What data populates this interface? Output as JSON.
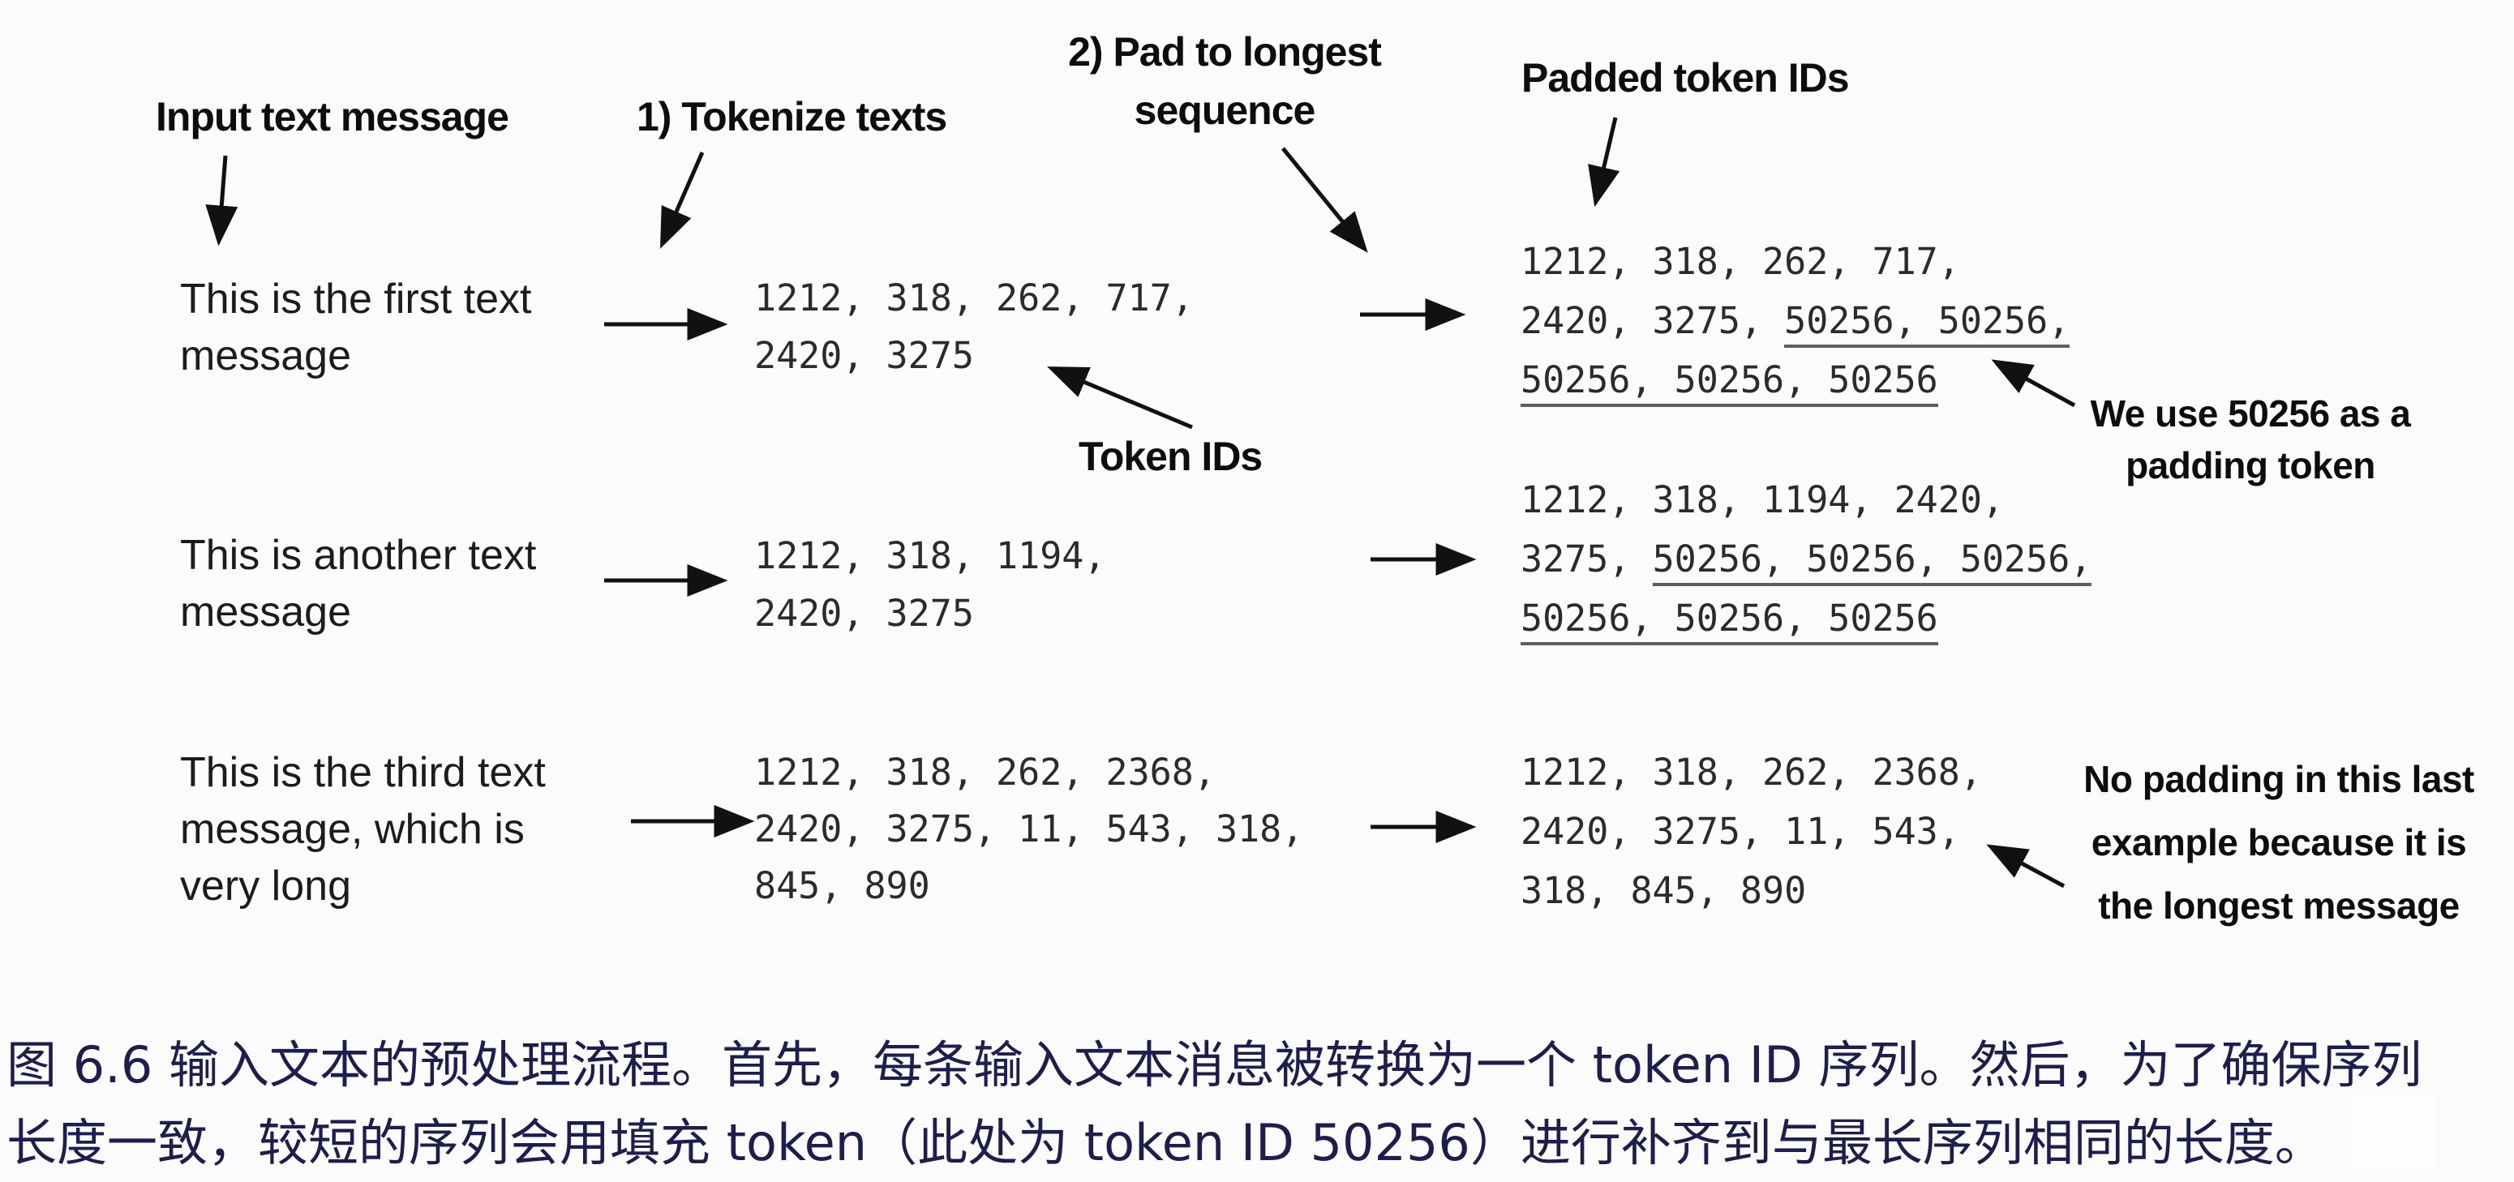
{
  "flow_labels": {
    "input": "Input text message",
    "step1": "1) Tokenize texts",
    "step2_line1": "2) Pad to longest",
    "step2_line2": "sequence",
    "padded_ids": "Padded token IDs",
    "token_ids": "Token IDs"
  },
  "notes": {
    "padding_line1": "We use 50256 as a",
    "padding_line2": "padding token",
    "no_padding_line1": "No padding in this last",
    "no_padding_line2": "example because it is",
    "no_padding_line3": "the longest message"
  },
  "rows": [
    {
      "message": {
        "line1": "This is the first text",
        "line2": "message",
        "line3": ""
      },
      "tokens": {
        "line1": "1212, 318, 262, 717,",
        "line2": "2420, 3275",
        "line3": ""
      },
      "padded": {
        "line1_plain": "1212, 318, 262, 717,",
        "line1_pad": "",
        "line2_plain": "2420, 3275, ",
        "line2_pad": "50256, 50256,",
        "line3_plain": "",
        "line3_pad": "50256, 50256, 50256"
      }
    },
    {
      "message": {
        "line1": "This is another text",
        "line2": "message",
        "line3": ""
      },
      "tokens": {
        "line1": "1212, 318, 1194,",
        "line2": "2420, 3275",
        "line3": ""
      },
      "padded": {
        "line1_plain": "1212, 318, 1194, 2420,",
        "line1_pad": "",
        "line2_plain": "3275, ",
        "line2_pad": "50256, 50256, 50256,",
        "line3_plain": "",
        "line3_pad": "50256, 50256, 50256"
      }
    },
    {
      "message": {
        "line1": "This is the third text",
        "line2": "message, which is",
        "line3": "very long"
      },
      "tokens": {
        "line1": "1212, 318, 262, 2368,",
        "line2": "2420, 3275, 11, 543, 318,",
        "line3": "845, 890"
      },
      "padded": {
        "line1_plain": "1212, 318, 262, 2368,",
        "line1_pad": "",
        "line2_plain": "2420, 3275, 11, 543,",
        "line2_pad": "",
        "line3_plain": "318, 845, 890",
        "line3_pad": ""
      }
    }
  ],
  "caption": {
    "line1": "图 6.6 输入文本的预处理流程。首先，每条输入文本消息被转换为一个 token ID 序列。然后，为了确保序列",
    "line2": "长度一致，较短的序列会用填充 token（此处为 token ID 50256）进行补齐到与最长序列相同的长度。"
  },
  "colors": {
    "background": "#fbfbfb",
    "diagram_text": "#1a1a1a",
    "caption_text": "#1d1d4f",
    "arrow": "#111111",
    "underline": "#5e5e5e"
  }
}
